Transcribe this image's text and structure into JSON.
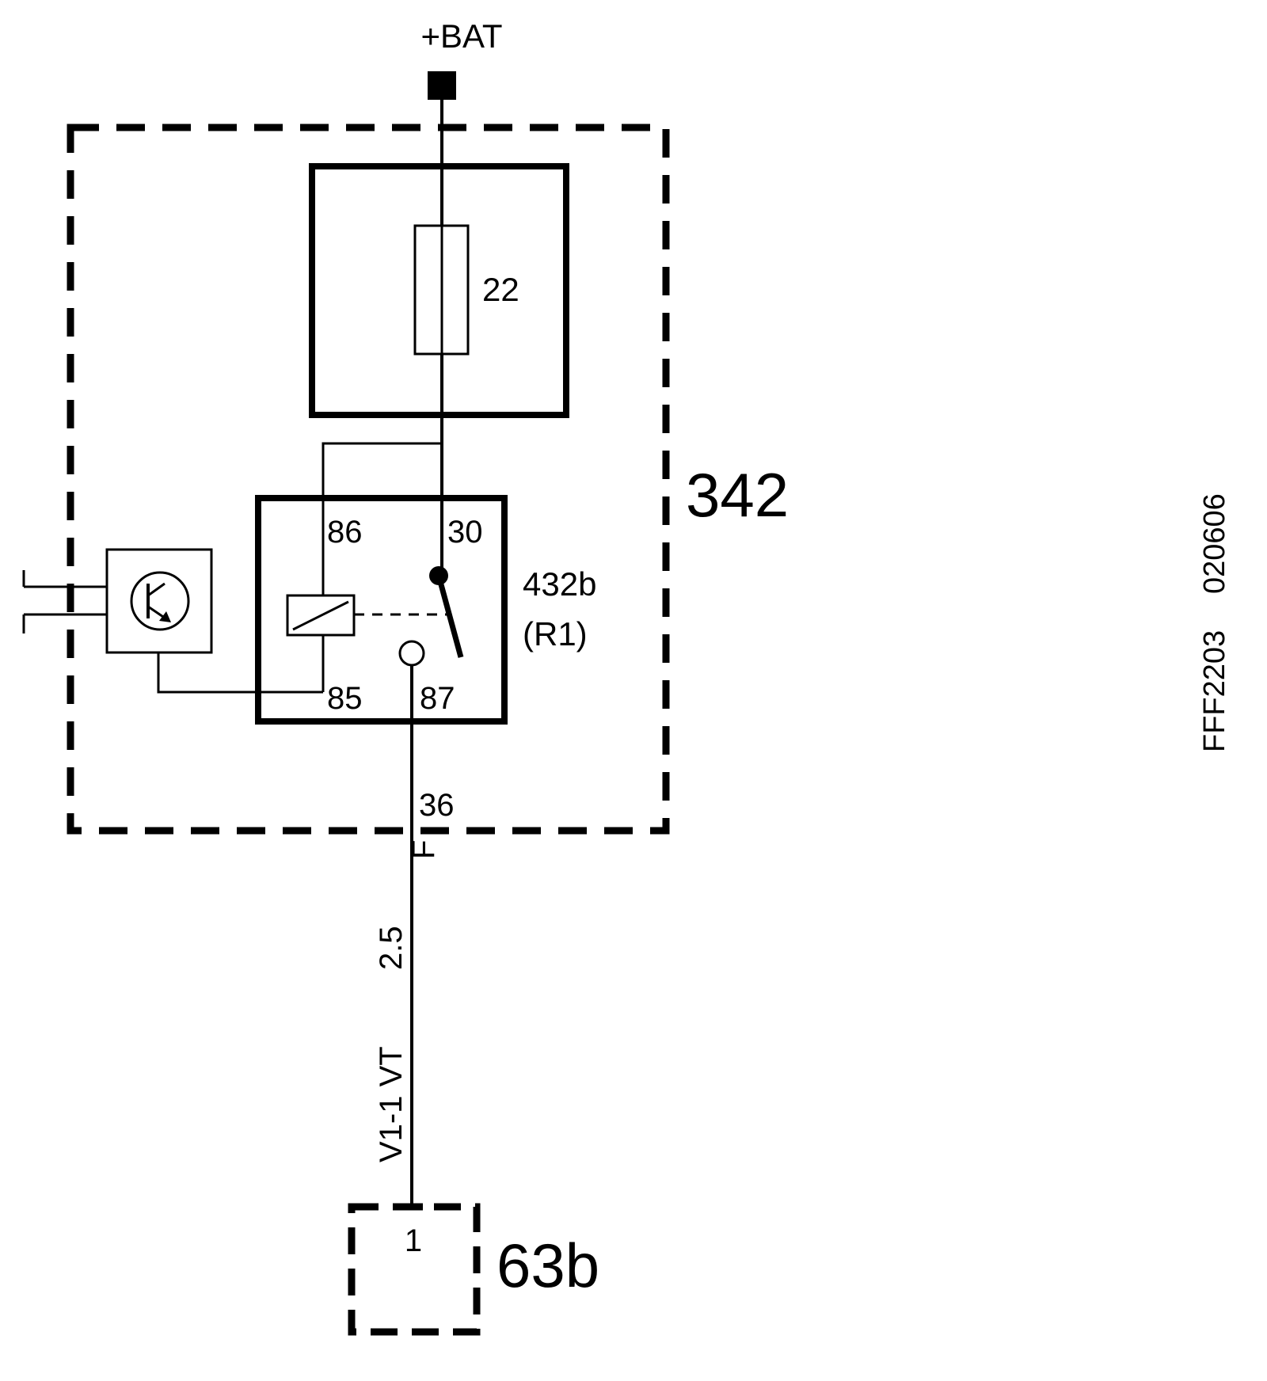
{
  "colors": {
    "ink": "#000000",
    "paper": "#ffffff"
  },
  "supply": {
    "label": "+BAT"
  },
  "module": {
    "id": "342"
  },
  "fuse": {
    "number": "22"
  },
  "relay": {
    "id": "432b",
    "ref": "(R1)",
    "pins": {
      "p86": "86",
      "p30": "30",
      "p85": "85",
      "p87": "87"
    }
  },
  "splice": {
    "number": "36",
    "code": "F"
  },
  "wire": {
    "size": "2.5",
    "code": "V1-1 VT"
  },
  "connector": {
    "id": "63b",
    "pin": "1"
  },
  "drawing_ref": {
    "code": "FFF2203",
    "date": "020606"
  },
  "icons": {
    "driver": "transistor-icon",
    "relay_contact": "switch-icon",
    "fuse": "fuse-icon"
  }
}
